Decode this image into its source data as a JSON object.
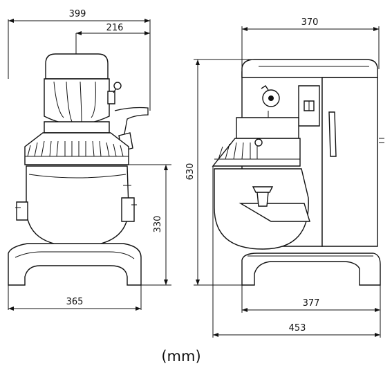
{
  "dimensions": {
    "front_overall_width": "399",
    "front_arm_offset": "216",
    "front_base_width": "365",
    "front_bowl_height": "330",
    "side_head_depth": "370",
    "side_overall_height": "630",
    "side_base_depth": "377",
    "side_overall_depth": "453"
  },
  "unit_label": "(mm)"
}
